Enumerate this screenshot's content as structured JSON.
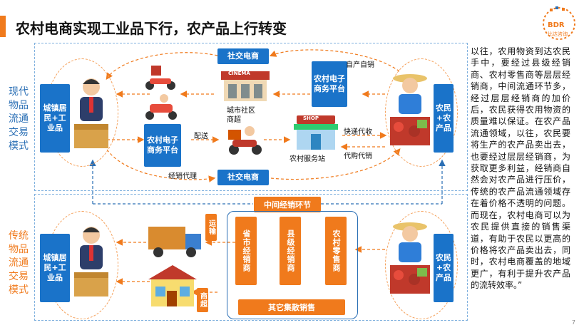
{
  "title": "农村电商实现工业品下行，农产品上行转变",
  "logo": {
    "text": "BDR",
    "sub": "比达咨询"
  },
  "sections": {
    "modern": "现代物品流通交易模式",
    "traditional": "传统物品流通交易模式"
  },
  "nodes": {
    "town_modern": "城镇居民+工业品",
    "farmer_modern": "农民+农产品",
    "social_top": "社交电商",
    "social_bottom": "社交电商",
    "ecom_platform_left": "农村电子商务平台",
    "ecom_platform_right": "农村电子商务平台",
    "town_trad": "城镇居民+工业品",
    "farmer_trad": "农民+农产品",
    "middle_link": "中间经销环节",
    "provincial": "省市经销商",
    "county": "县级经销商",
    "village_retail": "农村零售商",
    "other_sales": "其它集散销售"
  },
  "labels": {
    "city_supermarket": "城市社区商超",
    "self_sale": "自产自销",
    "delivery": "配送",
    "rural_station": "农村服务站",
    "fast_collect": "快递代收",
    "proxy_buy": "代购代销",
    "distribution_agent": "经销代理",
    "transport": "运输",
    "supermarket": "商超",
    "cinema": "CINEMA",
    "shop": "SHOP"
  },
  "paragraph": "以往，农用物资到达农民手中，要经过县级经销商、农村零售商等层层经销商，中间流通环节多，经过层层经销商的加价后，农民获得农用物资的质量难以保证。在农产品流通领域，以往，农民要将生产的农产品卖出去，也要经过层层经销商，为获取更多利益，经销商自然会对农产品进行压价，传统的农产品流通领域存在着价格不透明的问题。而现在，农村电商可以为农民提供直接的销售渠道，有助于农民以更高的价格将农产品卖出去，同时，农村电商覆盖的地域更广，有利于提升农产品的流转效率。”",
  "page_number": "7",
  "colors": {
    "accent": "#f07a1c",
    "blue": "#1a73c9"
  }
}
